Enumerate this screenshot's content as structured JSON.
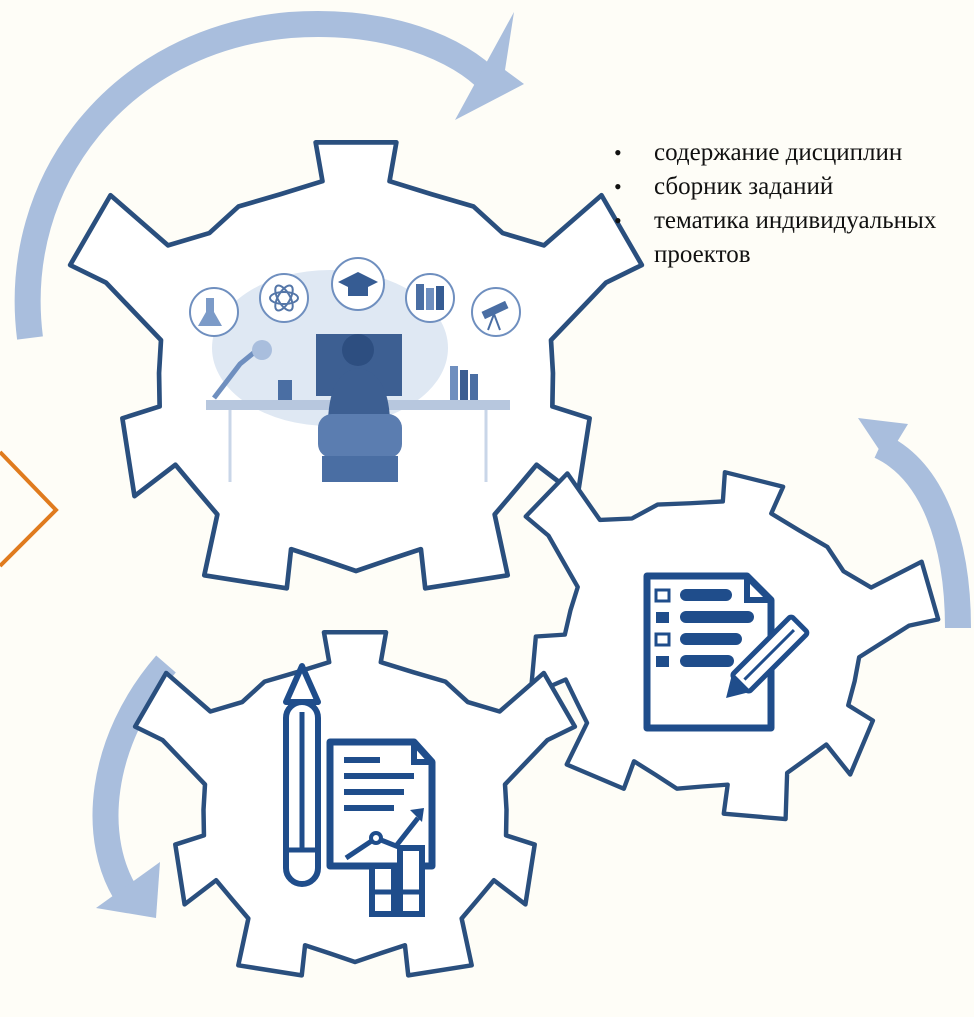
{
  "bullets": [
    "содержание дисциплин",
    "сборник заданий",
    "тематика индивидуальных проектов"
  ],
  "colors": {
    "background": "#fefdf7",
    "arrow": "#a9bedd",
    "gear_stroke": "#2a4f7e",
    "icon": "#1f4d8b",
    "chevron": "#e07b1e"
  },
  "icons": [
    "student-at-desk-illustration",
    "flask-icon",
    "atom-icon",
    "graduation-cap-icon",
    "books-icon",
    "telescope-icon",
    "checklist-with-pencil-icon",
    "report-with-pencil-and-chart-icon"
  ]
}
